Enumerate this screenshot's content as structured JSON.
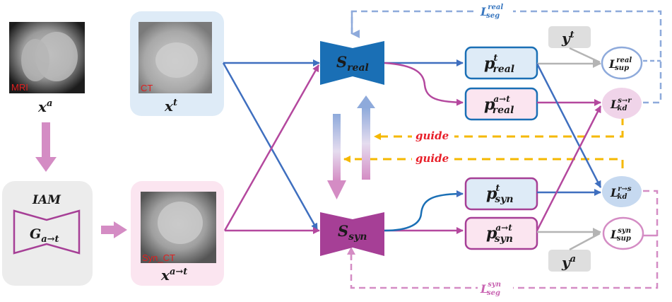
{
  "inputs": {
    "mri": {
      "tag": "MRI",
      "var": "x",
      "sup": "a"
    },
    "ct": {
      "tag": "CT",
      "var": "x",
      "sup": "t"
    },
    "syn_ct": {
      "tag": "Syn_CT",
      "var": "x",
      "sup": "a→t"
    }
  },
  "iam": {
    "title": "IAM",
    "generator_var": "G",
    "generator_sub": "a→t"
  },
  "networks": {
    "s_real": {
      "var": "S",
      "sub": "real"
    },
    "s_syn": {
      "var": "S",
      "sub": "syn"
    }
  },
  "predictions": [
    {
      "id": "p_real_t",
      "var": "p",
      "sup": "t",
      "sub": "real"
    },
    {
      "id": "p_real_at",
      "var": "p",
      "sup": "a→t",
      "sub": "real"
    },
    {
      "id": "p_syn_t",
      "var": "p",
      "sup": "t",
      "sub": "syn"
    },
    {
      "id": "p_syn_at",
      "var": "p",
      "sup": "a→t",
      "sub": "syn"
    }
  ],
  "labels": {
    "y_t": {
      "var": "y",
      "sup": "t"
    },
    "y_a": {
      "var": "y",
      "sup": "a"
    }
  },
  "losses": {
    "sup_real": {
      "var": "L",
      "sup": "real",
      "sub": "sup"
    },
    "kd_sr": {
      "var": "L",
      "sup": "s→r",
      "sub": "kd"
    },
    "kd_rs": {
      "var": "L",
      "sup": "r→s",
      "sub": "kd"
    },
    "sup_syn": {
      "var": "L",
      "sup": "syn",
      "sub": "sup"
    },
    "seg_real": {
      "var": "L",
      "sup": "real",
      "sub": "seg"
    },
    "seg_syn": {
      "var": "L",
      "sup": "syn",
      "sub": "seg"
    }
  },
  "guides": [
    "guide",
    "guide"
  ],
  "colors": {
    "blue": "#1a6fb5",
    "blue_line": "#3f6fbf",
    "purple": "#a63f96",
    "pink_line": "#b4489e",
    "pink_arrow": "#d48cc4",
    "light_blue_bg": "#deebf7",
    "light_pink_bg": "#fbe5f0",
    "gray_bg": "#ececec",
    "gold": "#f5b800",
    "gray_arrow": "#b4b4b4",
    "dash_blue": "#8eaadb",
    "dash_pink": "#d48cc4"
  }
}
